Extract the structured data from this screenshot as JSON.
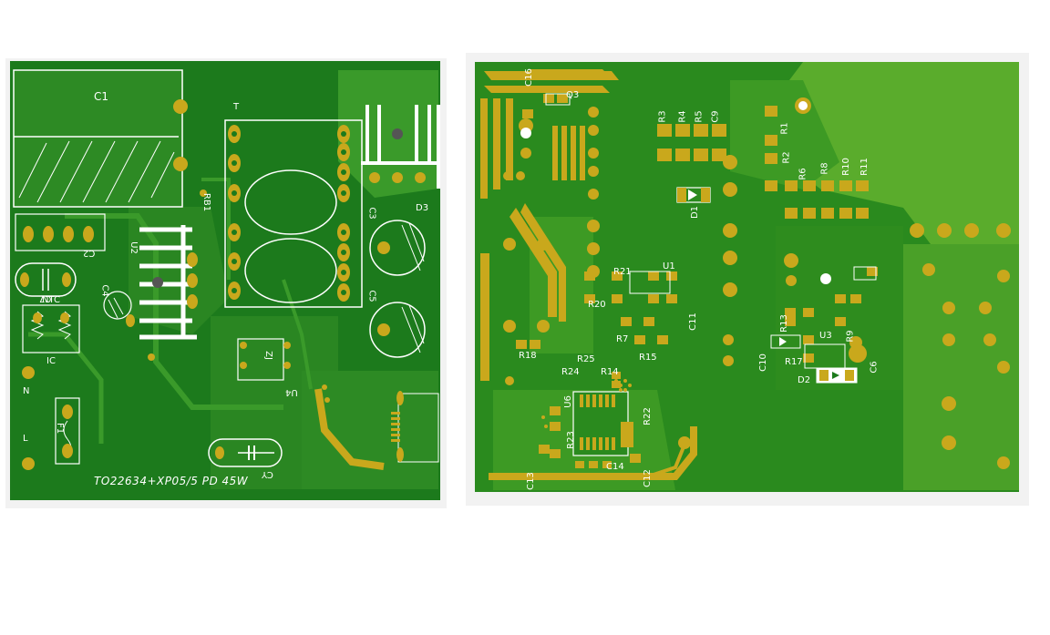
{
  "left_board": {
    "silkscreen": {
      "c1": "C1",
      "t": "T",
      "u2": "U2",
      "c4": "C4",
      "d3": "D3",
      "c3": "C3",
      "c2": "C2",
      "c5": "C5",
      "c7": "C7",
      "ntc": "NTC",
      "n": "N",
      "l": "L",
      "f1": "F1",
      "ic": "IC",
      "cy": "CY",
      "u4": "U4",
      "rb1": "RB1",
      "zj": "ZJ",
      "bottom_title": "TO22634+XP05/5 PD 45W"
    }
  },
  "right_board": {
    "silkscreen": {
      "c16": "C16",
      "q3": "Q3",
      "r3": "R3",
      "r4": "R4",
      "r5": "R5",
      "c9": "C9",
      "d1": "D1",
      "r1": "R1",
      "r2": "R2",
      "r6": "R6",
      "r8": "R8",
      "r10": "R10",
      "r11": "R11",
      "r21": "R21",
      "r20": "R20",
      "u1": "U1",
      "r7": "R7",
      "c11": "C11",
      "r15": "R15",
      "r18": "R18",
      "r25": "R25",
      "r24": "R24",
      "r14": "R14",
      "u6": "U6",
      "r23": "R23",
      "r22": "R22",
      "c13": "C13",
      "c14": "C14",
      "c12": "C12",
      "r13": "R13",
      "c10": "C10",
      "r17": "R17",
      "u3": "U3",
      "r9": "R9",
      "c6": "C6",
      "d2": "D2"
    }
  },
  "colors": {
    "board": "#1c7a1c",
    "board_light": "#3a9a2a",
    "pad_gold": "#c9a81c",
    "silkscreen": "#ffffff",
    "panel": "#f2f2f2"
  }
}
